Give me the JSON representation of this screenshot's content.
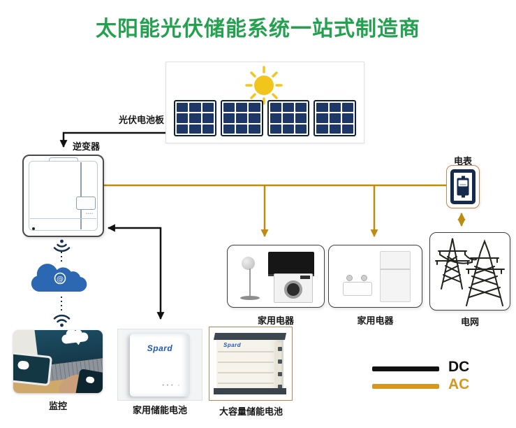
{
  "header": {
    "title": "太阳能光伏储能系统一站式制造商"
  },
  "labels": {
    "pv_panel": "光伏电池板",
    "inverter": "逆变器",
    "meter": "电表",
    "appliances_left": "家用电器",
    "appliances_right": "家用电器",
    "grid": "电网",
    "monitor": "监控",
    "home_battery": "家用储能电池",
    "large_battery": "大容量储能电池"
  },
  "brand": {
    "home_battery": "Spard",
    "large_battery": "Spard"
  },
  "legend": {
    "dc_label": "DC",
    "ac_label": "AC"
  },
  "colors": {
    "title_green": "#23a14f",
    "dc": "#111111",
    "ac": "#bd8a12",
    "ac_legend": "#d8961b",
    "panel_cell": "#1d3767",
    "navy": "#152a4c",
    "cloud_blue": "#2b67b2",
    "brand_blue": "#2057b8",
    "border_dark": "#3f3f3f",
    "meter_border": "#c08a54"
  }
}
